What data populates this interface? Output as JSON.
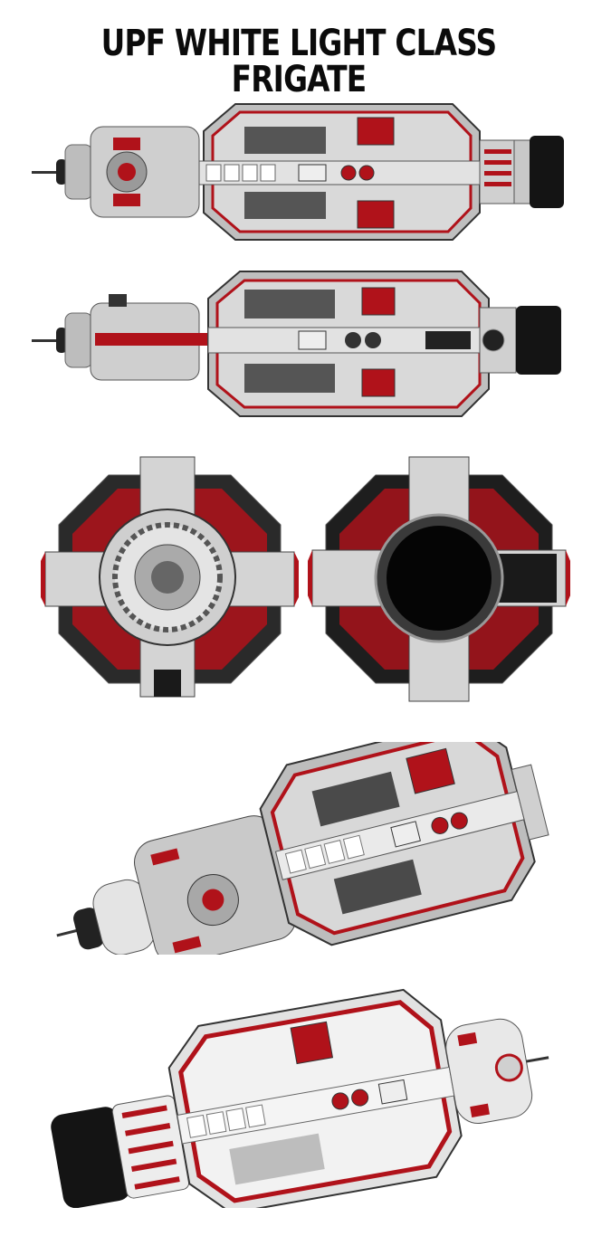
{
  "title": "UPF WHITE LIGHT CLASS FRIGATE",
  "colors": {
    "hull": "#c9c9c9",
    "hull_light": "#e9e9e9",
    "panel": "#8f8f8f",
    "accent_red": "#b0121a",
    "dark": "#1c1c1c",
    "background": "#ffffff"
  },
  "views": [
    {
      "id": "side-view-port",
      "label": ""
    },
    {
      "id": "side-view-starboard",
      "label": ""
    },
    {
      "id": "front-view",
      "label": ""
    },
    {
      "id": "rear-view",
      "label": ""
    },
    {
      "id": "perspective-view-top",
      "label": ""
    },
    {
      "id": "perspective-view-bottom",
      "label": ""
    }
  ]
}
